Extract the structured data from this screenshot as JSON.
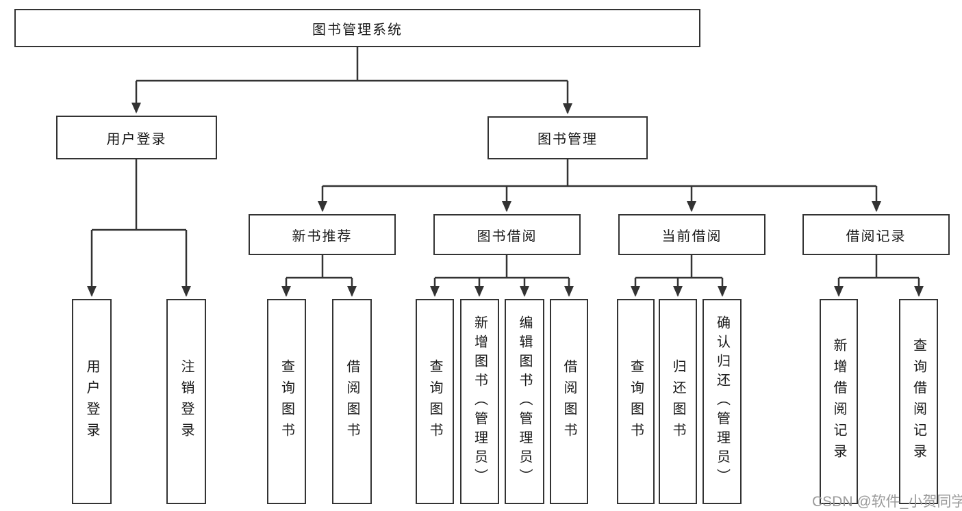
{
  "tree": {
    "root": {
      "label": "图书管理系统"
    },
    "branches": [
      {
        "label": "用户登录",
        "children": [
          {
            "label": "用户登录"
          },
          {
            "label": "注销登录"
          }
        ]
      },
      {
        "label": "图书管理",
        "children": [
          {
            "label": "新书推荐",
            "children": [
              {
                "label": "查询图书"
              },
              {
                "label": "借阅图书"
              }
            ]
          },
          {
            "label": "图书借阅",
            "children": [
              {
                "label": "查询图书"
              },
              {
                "label": "新增图书（管理员）"
              },
              {
                "label": "编辑图书（管理员）"
              },
              {
                "label": "借阅图书"
              }
            ]
          },
          {
            "label": "当前借阅",
            "children": [
              {
                "label": "查询图书"
              },
              {
                "label": "归还图书"
              },
              {
                "label": "确认归还（管理员）"
              }
            ]
          },
          {
            "label": "借阅记录",
            "children": [
              {
                "label": "新增借阅记录"
              },
              {
                "label": "查询借阅记录"
              }
            ]
          }
        ]
      }
    ]
  },
  "watermark": {
    "text": "CSDN @软件_小贺同学"
  },
  "colors": {
    "line": "#333333",
    "box_border": "#333333",
    "text": "#1a1a1a",
    "watermark": "#9a9a9a",
    "background": "#ffffff"
  }
}
